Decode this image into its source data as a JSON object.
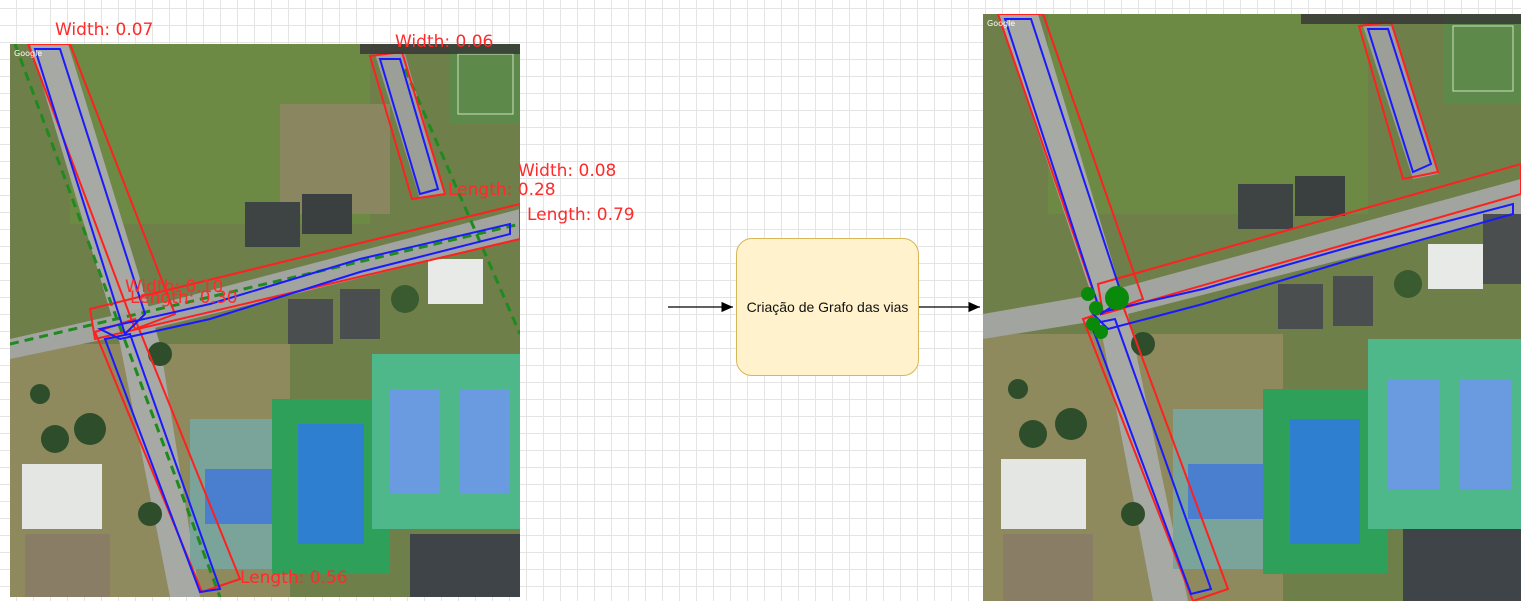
{
  "process": {
    "label": "Criação de Grafo das vias"
  },
  "left_image": {
    "watermark_logo": "Google",
    "labels": [
      {
        "text": "Width: 0.07"
      },
      {
        "text": "Width: 0.06"
      },
      {
        "text": "Width: 0.08"
      },
      {
        "text": "Length: 0.28"
      },
      {
        "text": "Length: 0.79"
      },
      {
        "text": "Width: 0.10"
      },
      {
        "text": "Length: 0.30"
      },
      {
        "text": "Length: 0.56"
      }
    ]
  },
  "right_image": {
    "watermark_logo": "Google",
    "node_color": "#0a8a0a"
  },
  "colors": {
    "detection_box": "#ff2020",
    "road_contour": "#1a1aff",
    "centerline": "#1f8a1f",
    "arrow": "#000000"
  }
}
